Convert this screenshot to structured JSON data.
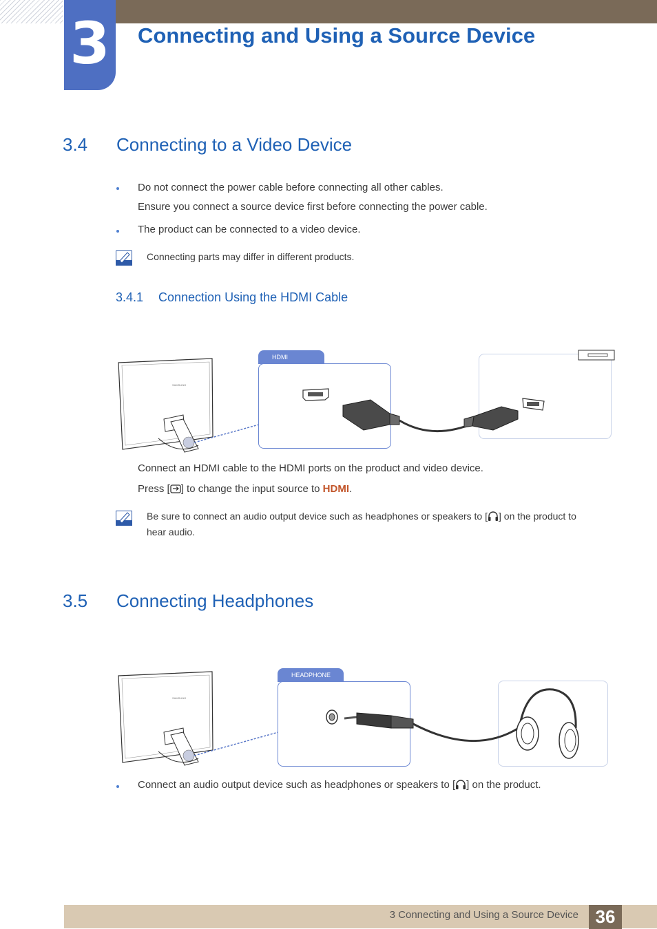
{
  "chapter": {
    "number": "3",
    "title": "Connecting and Using a Source Device"
  },
  "section_3_4": {
    "number": "3.4",
    "title": "Connecting to a Video Device",
    "bullets": [
      "Do not connect the power cable before connecting all other cables.",
      "Ensure you connect a source device first before connecting the power cable.",
      "The product can be connected to a video device."
    ],
    "note": "Connecting parts may differ in different products."
  },
  "section_3_4_1": {
    "number": "3.4.1",
    "title": "Connection Using the HDMI Cable",
    "diagram_tab": "HDMI",
    "monitor_brand": "SAMSUNG",
    "step1": "Connect an HDMI cable to the HDMI ports on the product and video device.",
    "step2_before": "Press [",
    "step2_middle": "] to change the input source to ",
    "step2_highlight": "HDMI",
    "step2_after": ".",
    "note_before": "Be sure to connect an audio output device such as headphones or speakers to [",
    "note_after": "] on the product to",
    "note_line2": "hear audio."
  },
  "section_3_5": {
    "number": "3.5",
    "title": "Connecting Headphones",
    "diagram_tab": "HEADPHONE",
    "monitor_brand": "SAMSUNG",
    "bullet_before": "Connect an audio output device such as headphones or speakers to [",
    "bullet_after": "] on the product."
  },
  "footer": {
    "text": "3 Connecting and Using a Source Device",
    "page": "36"
  },
  "colors": {
    "heading_blue": "#1f61b5",
    "chapter_box": "#4e6fc2",
    "top_bar": "#7a6a58",
    "footer_bar": "#d9c9b2",
    "highlight": "#c2552a"
  },
  "icons": [
    "note-pencil-icon",
    "source-button-icon",
    "headphone-icon"
  ]
}
